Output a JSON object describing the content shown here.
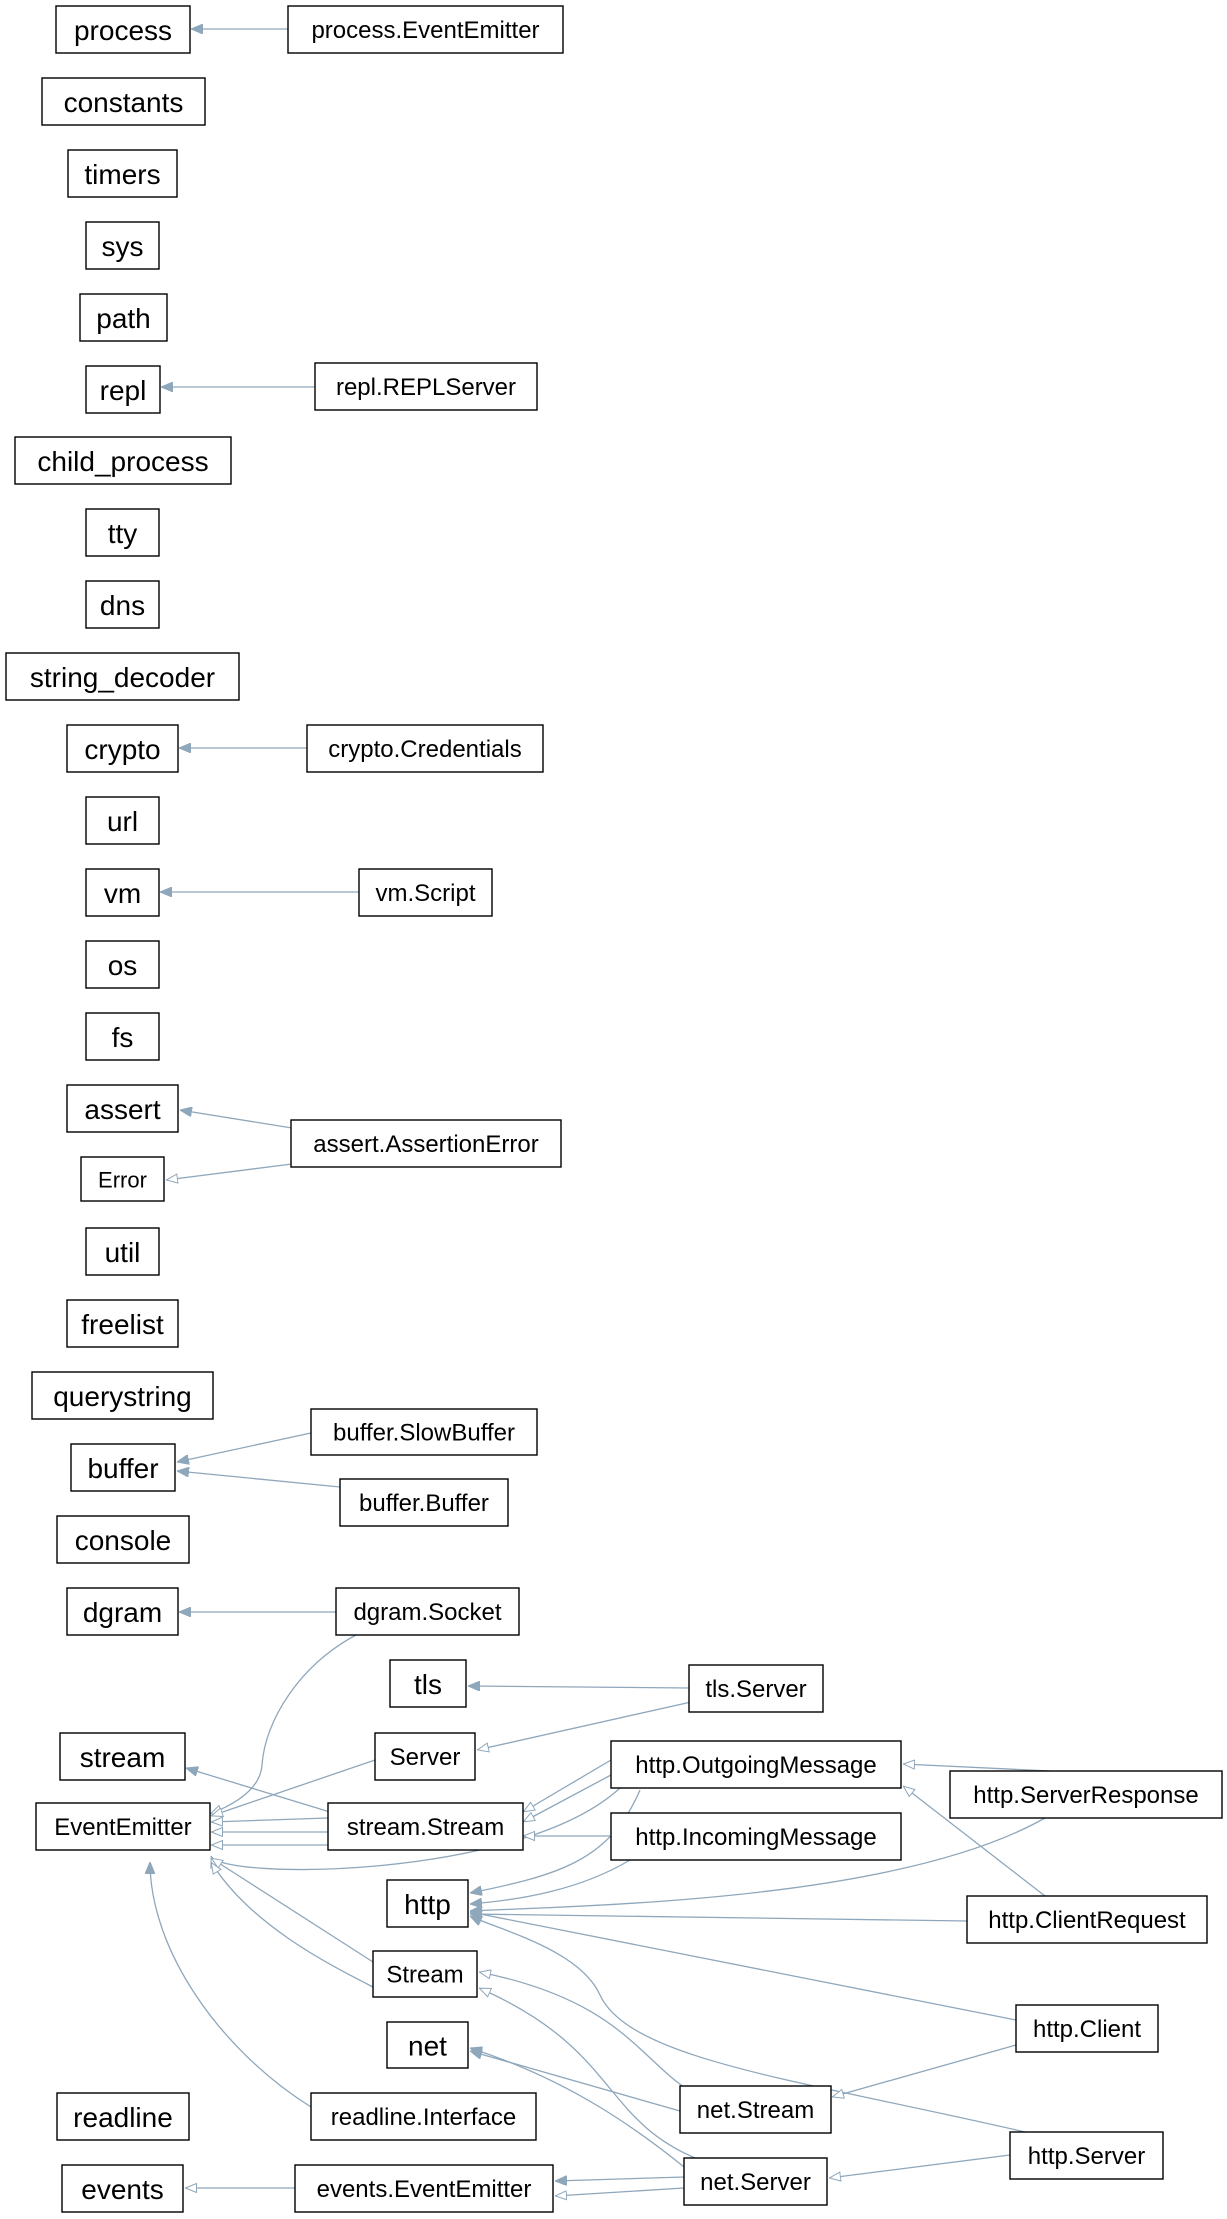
{
  "diagram": {
    "edge_color": "#8fa7bb",
    "nodes": [
      {
        "id": "process",
        "label": "process",
        "kind": "module"
      },
      {
        "id": "process_ee",
        "label": "process.EventEmitter",
        "kind": "class"
      },
      {
        "id": "constants",
        "label": "constants",
        "kind": "module"
      },
      {
        "id": "timers",
        "label": "timers",
        "kind": "module"
      },
      {
        "id": "sys",
        "label": "sys",
        "kind": "module"
      },
      {
        "id": "path",
        "label": "path",
        "kind": "module"
      },
      {
        "id": "repl",
        "label": "repl",
        "kind": "module"
      },
      {
        "id": "repl_server",
        "label": "repl.REPLServer",
        "kind": "class"
      },
      {
        "id": "child_process",
        "label": "child_process",
        "kind": "module"
      },
      {
        "id": "tty",
        "label": "tty",
        "kind": "module"
      },
      {
        "id": "dns",
        "label": "dns",
        "kind": "module"
      },
      {
        "id": "string_decoder",
        "label": "string_decoder",
        "kind": "module"
      },
      {
        "id": "crypto",
        "label": "crypto",
        "kind": "module"
      },
      {
        "id": "crypto_cred",
        "label": "crypto.Credentials",
        "kind": "class"
      },
      {
        "id": "url",
        "label": "url",
        "kind": "module"
      },
      {
        "id": "vm",
        "label": "vm",
        "kind": "module"
      },
      {
        "id": "vm_script",
        "label": "vm.Script",
        "kind": "class"
      },
      {
        "id": "os",
        "label": "os",
        "kind": "module"
      },
      {
        "id": "fs",
        "label": "fs",
        "kind": "module"
      },
      {
        "id": "assert",
        "label": "assert",
        "kind": "module"
      },
      {
        "id": "assert_err",
        "label": "assert.AssertionError",
        "kind": "class"
      },
      {
        "id": "error",
        "label": "Error",
        "kind": "class"
      },
      {
        "id": "util",
        "label": "util",
        "kind": "module"
      },
      {
        "id": "freelist",
        "label": "freelist",
        "kind": "module"
      },
      {
        "id": "querystring",
        "label": "querystring",
        "kind": "module"
      },
      {
        "id": "buffer",
        "label": "buffer",
        "kind": "module"
      },
      {
        "id": "buffer_slow",
        "label": "buffer.SlowBuffer",
        "kind": "class"
      },
      {
        "id": "buffer_buffer",
        "label": "buffer.Buffer",
        "kind": "class"
      },
      {
        "id": "console",
        "label": "console",
        "kind": "module"
      },
      {
        "id": "dgram",
        "label": "dgram",
        "kind": "module"
      },
      {
        "id": "dgram_socket",
        "label": "dgram.Socket",
        "kind": "class"
      },
      {
        "id": "tls",
        "label": "tls",
        "kind": "module"
      },
      {
        "id": "tls_server",
        "label": "tls.Server",
        "kind": "class"
      },
      {
        "id": "stream",
        "label": "stream",
        "kind": "module"
      },
      {
        "id": "server",
        "label": "Server",
        "kind": "class"
      },
      {
        "id": "event_emitter",
        "label": "EventEmitter",
        "kind": "class"
      },
      {
        "id": "stream_stream",
        "label": "stream.Stream",
        "kind": "class"
      },
      {
        "id": "http_out",
        "label": "http.OutgoingMessage",
        "kind": "class"
      },
      {
        "id": "http_in",
        "label": "http.IncomingMessage",
        "kind": "class"
      },
      {
        "id": "http_sres",
        "label": "http.ServerResponse",
        "kind": "class"
      },
      {
        "id": "http",
        "label": "http",
        "kind": "module"
      },
      {
        "id": "http_creq",
        "label": "http.ClientRequest",
        "kind": "class"
      },
      {
        "id": "stream_cls",
        "label": "Stream",
        "kind": "class"
      },
      {
        "id": "http_client",
        "label": "http.Client",
        "kind": "class"
      },
      {
        "id": "net",
        "label": "net",
        "kind": "module"
      },
      {
        "id": "net_stream",
        "label": "net.Stream",
        "kind": "class"
      },
      {
        "id": "readline",
        "label": "readline",
        "kind": "module"
      },
      {
        "id": "readline_iface",
        "label": "readline.Interface",
        "kind": "class"
      },
      {
        "id": "http_server",
        "label": "http.Server",
        "kind": "class"
      },
      {
        "id": "events",
        "label": "events",
        "kind": "module"
      },
      {
        "id": "events_ee",
        "label": "events.EventEmitter",
        "kind": "class"
      },
      {
        "id": "net_server",
        "label": "net.Server",
        "kind": "class"
      }
    ],
    "edges": [
      {
        "from": "process_ee",
        "to": "process",
        "arrow": "filled"
      },
      {
        "from": "repl_server",
        "to": "repl",
        "arrow": "filled"
      },
      {
        "from": "crypto_cred",
        "to": "crypto",
        "arrow": "filled"
      },
      {
        "from": "vm_script",
        "to": "vm",
        "arrow": "filled"
      },
      {
        "from": "assert_err",
        "to": "assert",
        "arrow": "filled"
      },
      {
        "from": "assert_err",
        "to": "error",
        "arrow": "hollow"
      },
      {
        "from": "buffer_slow",
        "to": "buffer",
        "arrow": "filled"
      },
      {
        "from": "buffer_buffer",
        "to": "buffer",
        "arrow": "filled"
      },
      {
        "from": "dgram_socket",
        "to": "dgram",
        "arrow": "filled"
      },
      {
        "from": "dgram_socket",
        "to": "event_emitter",
        "arrow": "hollow"
      },
      {
        "from": "tls_server",
        "to": "tls",
        "arrow": "filled"
      },
      {
        "from": "tls_server",
        "to": "server",
        "arrow": "hollow"
      },
      {
        "from": "server",
        "to": "event_emitter",
        "arrow": "hollow"
      },
      {
        "from": "stream_stream",
        "to": "stream",
        "arrow": "filled"
      },
      {
        "from": "stream_stream",
        "to": "event_emitter",
        "arrow": "hollow"
      },
      {
        "from": "stream_stream",
        "to": "event_emitter",
        "arrow": "hollow"
      },
      {
        "from": "stream_stream",
        "to": "event_emitter",
        "arrow": "hollow"
      },
      {
        "from": "http_out",
        "to": "stream_stream",
        "arrow": "hollow"
      },
      {
        "from": "http_out",
        "to": "stream_stream",
        "arrow": "hollow"
      },
      {
        "from": "http_out",
        "to": "event_emitter",
        "arrow": "hollow"
      },
      {
        "from": "http_in",
        "to": "stream_stream",
        "arrow": "hollow"
      },
      {
        "from": "http_out",
        "to": "http",
        "arrow": "filled"
      },
      {
        "from": "http_in",
        "to": "http",
        "arrow": "filled"
      },
      {
        "from": "http_sres",
        "to": "http_out",
        "arrow": "hollow"
      },
      {
        "from": "http_sres",
        "to": "http",
        "arrow": "filled"
      },
      {
        "from": "http_creq",
        "to": "http_out",
        "arrow": "hollow"
      },
      {
        "from": "http_creq",
        "to": "http",
        "arrow": "filled"
      },
      {
        "from": "http_client",
        "to": "http",
        "arrow": "filled"
      },
      {
        "from": "http_server",
        "to": "http",
        "arrow": "filled"
      },
      {
        "from": "stream_cls",
        "to": "event_emitter",
        "arrow": "hollow"
      },
      {
        "from": "stream_cls",
        "to": "event_emitter",
        "arrow": "hollow"
      },
      {
        "from": "net_stream",
        "to": "stream_cls",
        "arrow": "hollow"
      },
      {
        "from": "net_server",
        "to": "stream_cls",
        "arrow": "hollow"
      },
      {
        "from": "net_stream",
        "to": "net",
        "arrow": "filled"
      },
      {
        "from": "net_server",
        "to": "net",
        "arrow": "filled"
      },
      {
        "from": "http_client",
        "to": "net_stream",
        "arrow": "hollow"
      },
      {
        "from": "http_server",
        "to": "net_server",
        "arrow": "hollow"
      },
      {
        "from": "readline_iface",
        "to": "readline",
        "arrow": "filled"
      },
      {
        "from": "readline_iface",
        "to": "event_emitter",
        "arrow": "hollow"
      },
      {
        "from": "events_ee",
        "to": "events",
        "arrow": "filled"
      },
      {
        "from": "net_server",
        "to": "events_ee",
        "arrow": "hollow"
      },
      {
        "from": "net_server",
        "to": "events_ee",
        "arrow": "hollow"
      }
    ]
  }
}
